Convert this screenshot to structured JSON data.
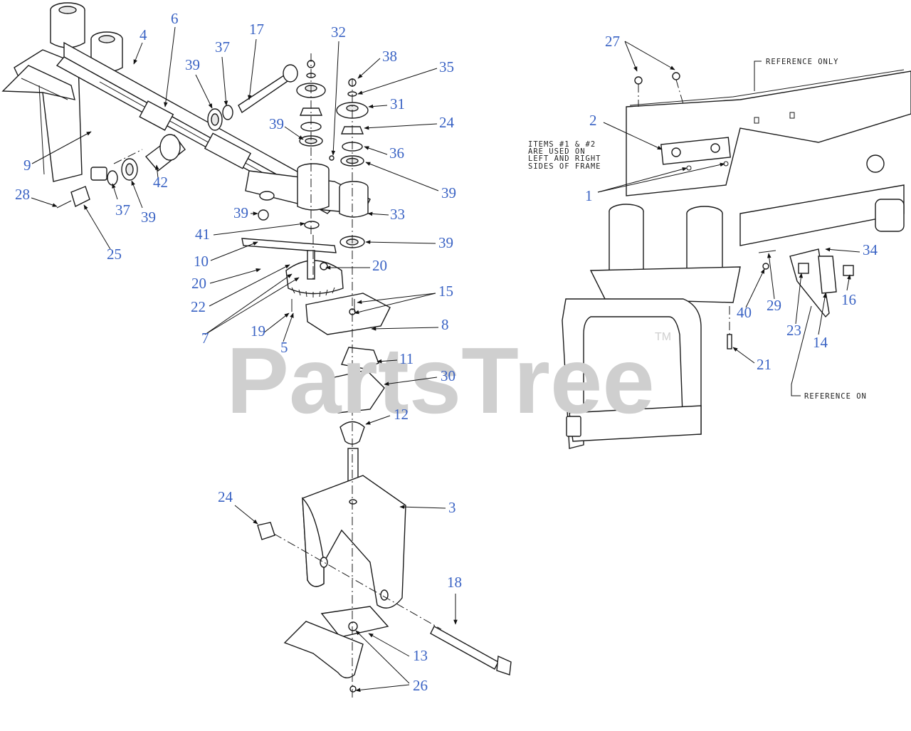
{
  "notes": {
    "reference_only": "REFERENCE ONLY",
    "reference_on": "REFERENCE ON",
    "items_note": [
      "ITEMS #1 & #2",
      "ARE USED ON",
      "LEFT AND RIGHT",
      "SIDES OF FRAME"
    ]
  },
  "watermark": {
    "text": "PartsTree",
    "trademark": "TM"
  },
  "callouts": [
    {
      "id": "c6",
      "label": "6"
    },
    {
      "id": "c4",
      "label": "4"
    },
    {
      "id": "c17",
      "label": "17"
    },
    {
      "id": "c37a",
      "label": "37"
    },
    {
      "id": "c32",
      "label": "32"
    },
    {
      "id": "c38",
      "label": "38"
    },
    {
      "id": "c35",
      "label": "35"
    },
    {
      "id": "c39a",
      "label": "39"
    },
    {
      "id": "c31",
      "label": "31"
    },
    {
      "id": "c39b",
      "label": "39"
    },
    {
      "id": "c24a",
      "label": "24"
    },
    {
      "id": "c36",
      "label": "36"
    },
    {
      "id": "c39c",
      "label": "39"
    },
    {
      "id": "c9",
      "label": "9"
    },
    {
      "id": "c42",
      "label": "42"
    },
    {
      "id": "c28",
      "label": "28"
    },
    {
      "id": "c37b",
      "label": "37"
    },
    {
      "id": "c39d",
      "label": "39"
    },
    {
      "id": "c39e",
      "label": "39"
    },
    {
      "id": "c33",
      "label": "33"
    },
    {
      "id": "c25",
      "label": "25"
    },
    {
      "id": "c41",
      "label": "41"
    },
    {
      "id": "c39f",
      "label": "39"
    },
    {
      "id": "c10",
      "label": "10"
    },
    {
      "id": "c20a",
      "label": "20"
    },
    {
      "id": "c20b",
      "label": "20"
    },
    {
      "id": "c22",
      "label": "22"
    },
    {
      "id": "c15",
      "label": "15"
    },
    {
      "id": "c8",
      "label": "8"
    },
    {
      "id": "c7",
      "label": "7"
    },
    {
      "id": "c19",
      "label": "19"
    },
    {
      "id": "c5",
      "label": "5"
    },
    {
      "id": "c11",
      "label": "11"
    },
    {
      "id": "c30",
      "label": "30"
    },
    {
      "id": "c12",
      "label": "12"
    },
    {
      "id": "c24b",
      "label": "24"
    },
    {
      "id": "c3",
      "label": "3"
    },
    {
      "id": "c18",
      "label": "18"
    },
    {
      "id": "c13",
      "label": "13"
    },
    {
      "id": "c26",
      "label": "26"
    },
    {
      "id": "c27",
      "label": "27"
    },
    {
      "id": "c2",
      "label": "2"
    },
    {
      "id": "c1",
      "label": "1"
    },
    {
      "id": "c34",
      "label": "34"
    },
    {
      "id": "c40",
      "label": "40"
    },
    {
      "id": "c29",
      "label": "29"
    },
    {
      "id": "c16",
      "label": "16"
    },
    {
      "id": "c23",
      "label": "23"
    },
    {
      "id": "c14",
      "label": "14"
    },
    {
      "id": "c21",
      "label": "21"
    }
  ]
}
